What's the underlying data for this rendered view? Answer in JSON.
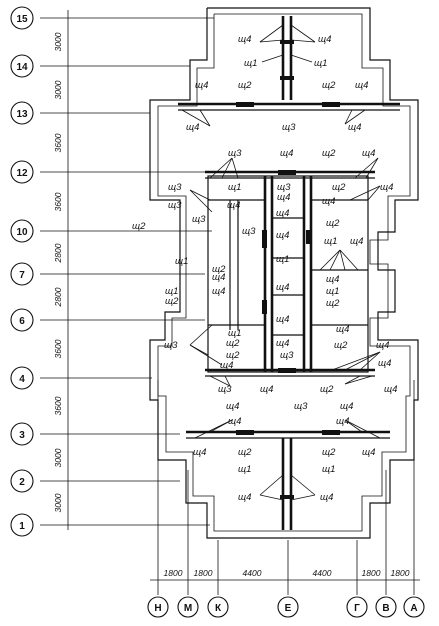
{
  "row_axes": [
    "15",
    "14",
    "13",
    "12",
    "10",
    "7",
    "6",
    "4",
    "3",
    "2",
    "1"
  ],
  "row_dims": [
    "3000",
    "3000",
    "3600",
    "3600",
    "2800",
    "2800",
    "3600",
    "3600",
    "3000",
    "3000"
  ],
  "col_axes": [
    "Н",
    "М",
    "К",
    "Е",
    "Г",
    "В",
    "А"
  ],
  "col_dims": [
    "1800",
    "1800",
    "4400",
    "4400",
    "1800",
    "1800"
  ],
  "labels": {
    "sh1": "щ1",
    "sh2": "щ2",
    "sh3": "щ3",
    "sh4": "щ4"
  }
}
